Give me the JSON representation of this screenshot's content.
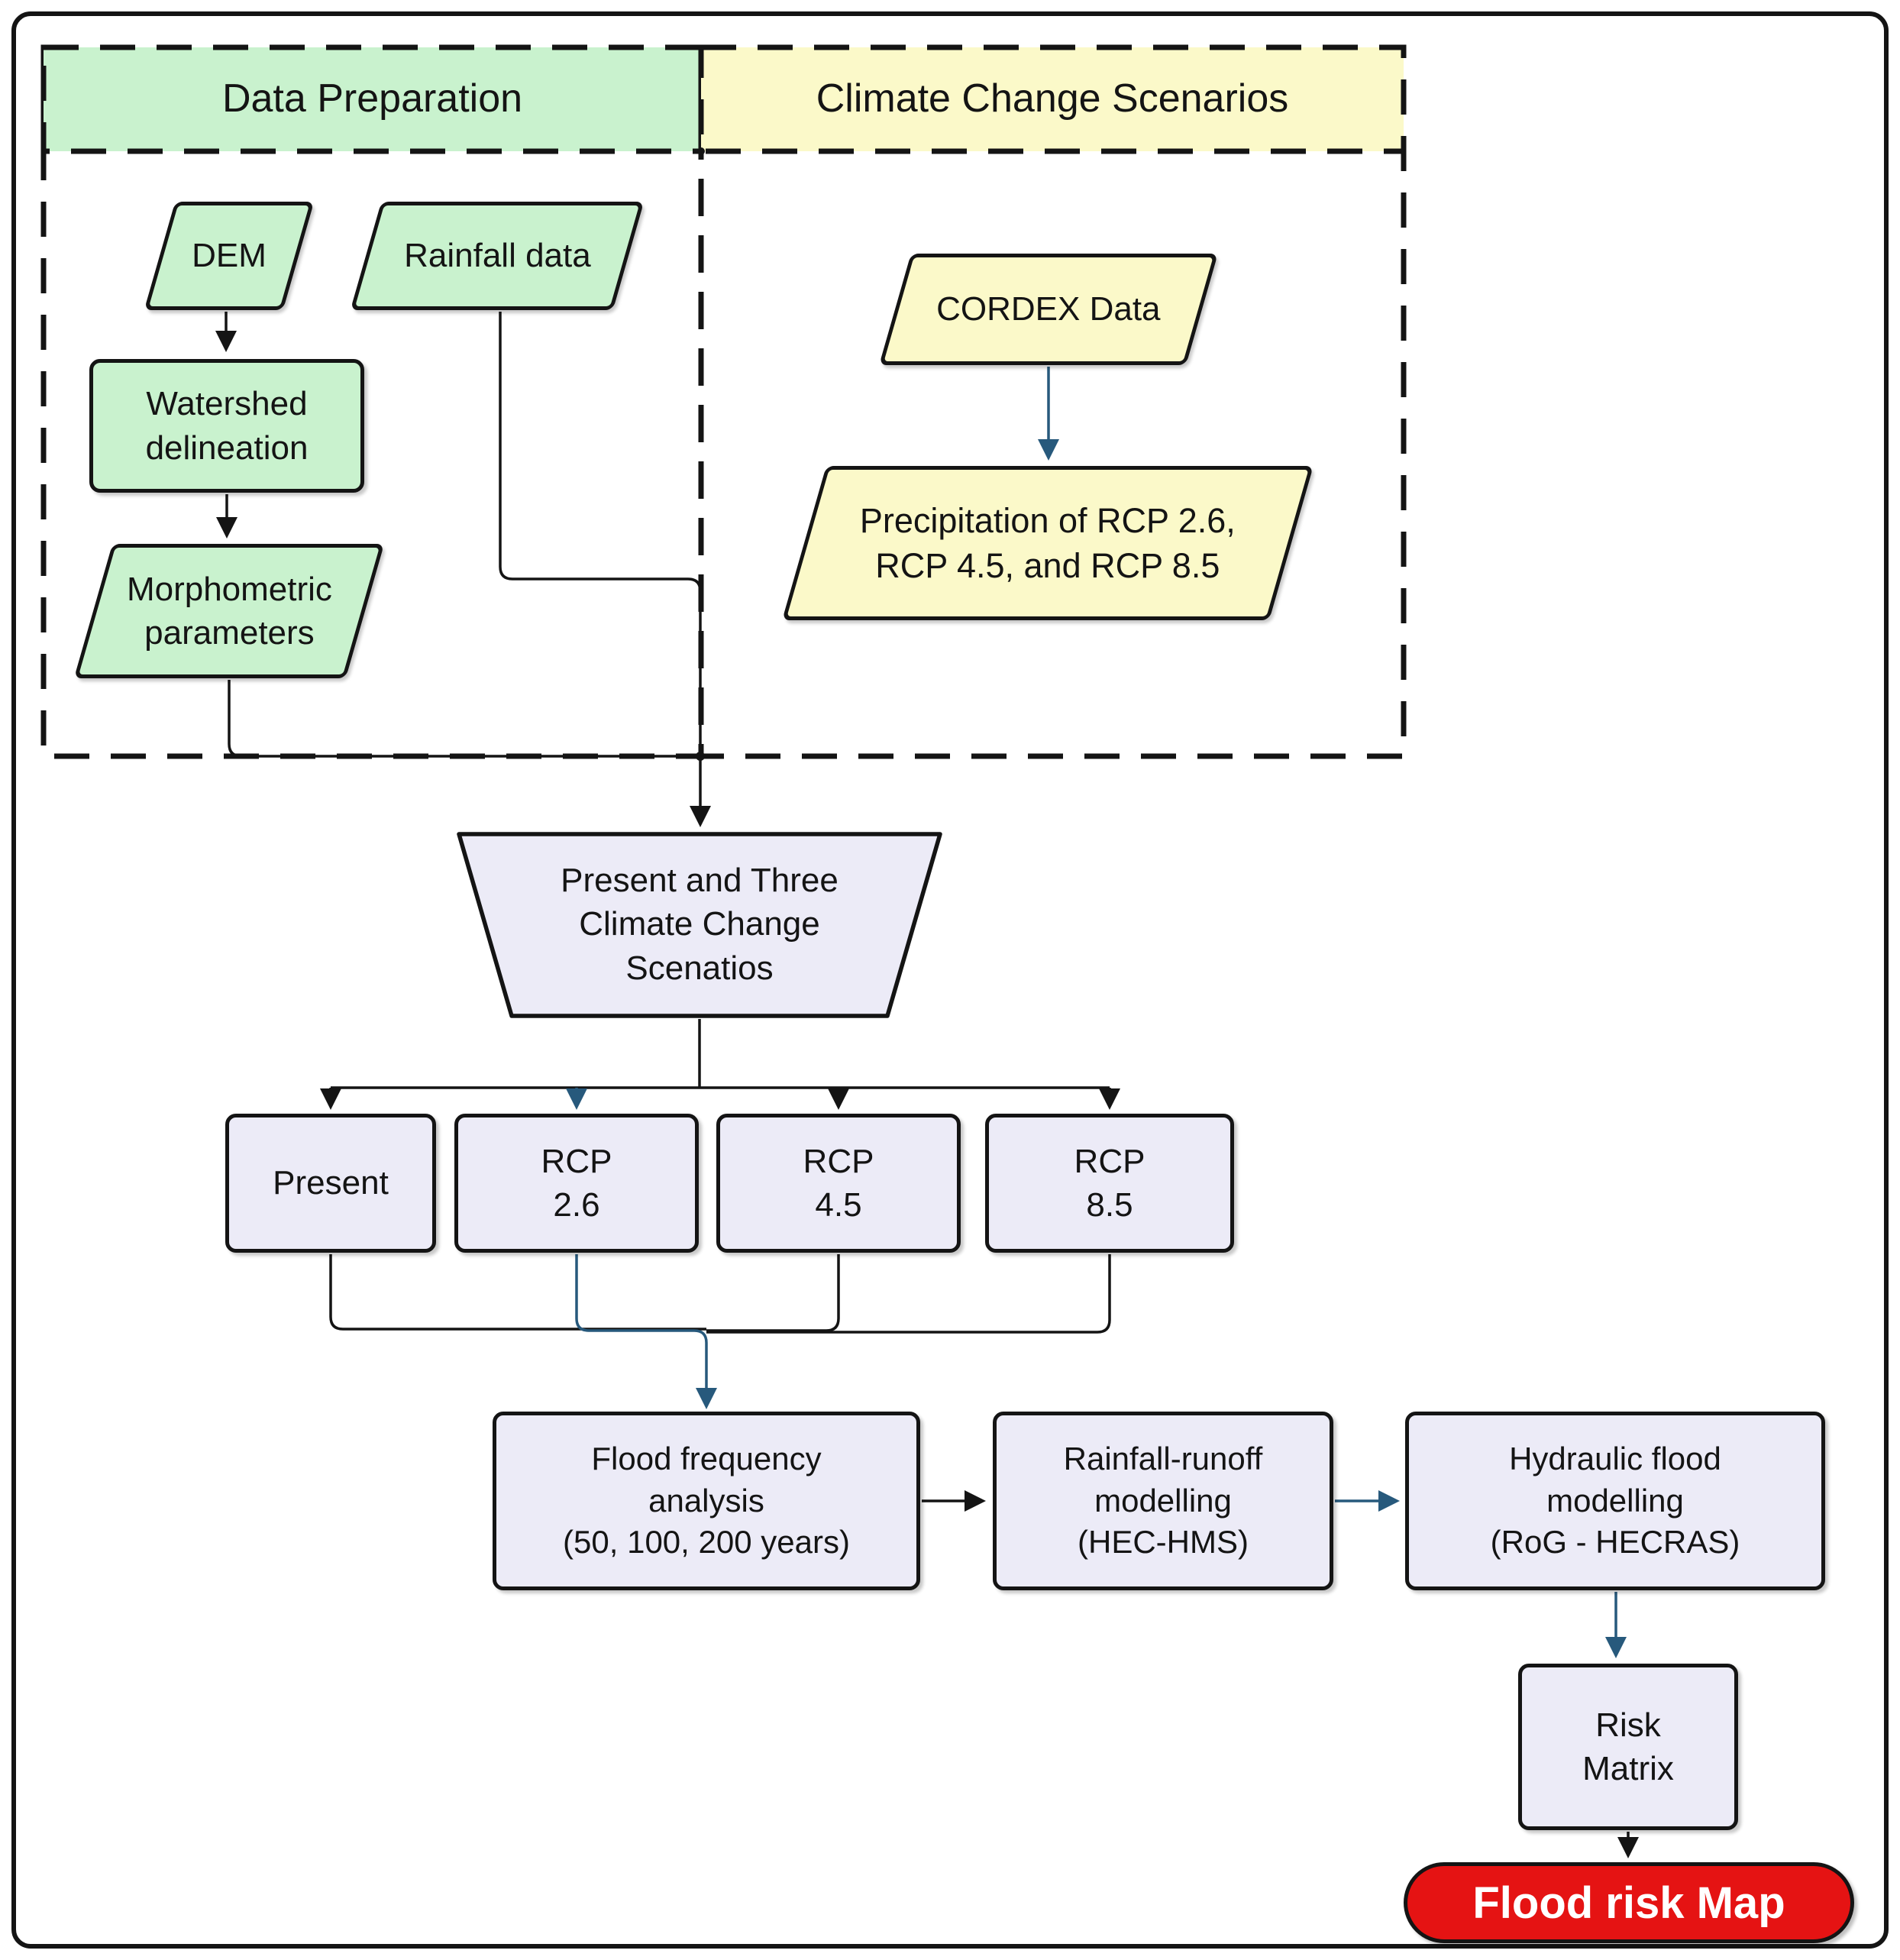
{
  "diagram": {
    "groups": {
      "data_preparation": "Data Preparation",
      "climate_change": "Climate Change Scenarios"
    },
    "nodes": {
      "dem": "DEM",
      "rainfall": "Rainfall data",
      "watershed": "Watershed\ndelineation",
      "morphometric": "Morphometric\nparameters",
      "cordex": "CORDEX Data",
      "precipitation": "Precipitation of RCP 2.6,\nRCP 4.5, and RCP 8.5",
      "scenarios_trapezoid": "Present and Three\nClimate Change\nScenatios",
      "present": "Present",
      "rcp26": "RCP\n2.6",
      "rcp45": "RCP\n4.5",
      "rcp85": "RCP\n8.5",
      "flood_frequency": "Flood frequency\nanalysis\n(50, 100, 200 years)",
      "rainfall_runoff": "Rainfall-runoff\nmodelling\n(HEC-HMS)",
      "hydraulic": "Hydraulic flood\nmodelling\n(RoG - HECRAS)",
      "risk_matrix": "Risk\nMatrix",
      "flood_risk_map": "Flood risk Map"
    },
    "colors": {
      "data_preparation_fill": "#c9f2ce",
      "climate_change_fill": "#fbf9c9",
      "process_fill": "#ecebf7",
      "result_fill": "#e51313",
      "line_black": "#141414",
      "line_blue": "#27597c"
    }
  }
}
